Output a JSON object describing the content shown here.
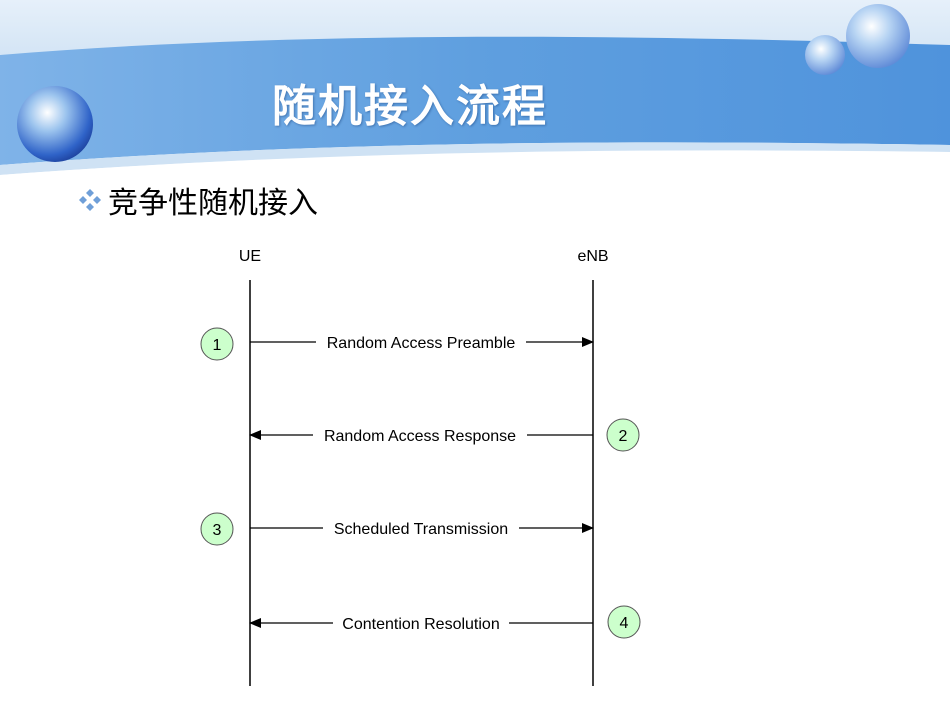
{
  "slide": {
    "title": "随机接入流程",
    "bullet": "竞争性随机接入"
  },
  "diagram": {
    "entities": [
      {
        "id": "ue",
        "label": "UE"
      },
      {
        "id": "enb",
        "label": "eNB"
      }
    ],
    "messages": [
      {
        "step": "1",
        "label": "Random Access Preamble",
        "direction": "ue-to-enb"
      },
      {
        "step": "2",
        "label": "Random Access Response",
        "direction": "enb-to-ue"
      },
      {
        "step": "3",
        "label": "Scheduled Transmission",
        "direction": "ue-to-enb"
      },
      {
        "step": "4",
        "label": "Contention Resolution",
        "direction": "enb-to-ue"
      }
    ]
  },
  "colors": {
    "banner_blue": "#5f9fdf",
    "step_circle_fill": "#ccffcc",
    "bullet_blue": "#6f9fd8"
  }
}
